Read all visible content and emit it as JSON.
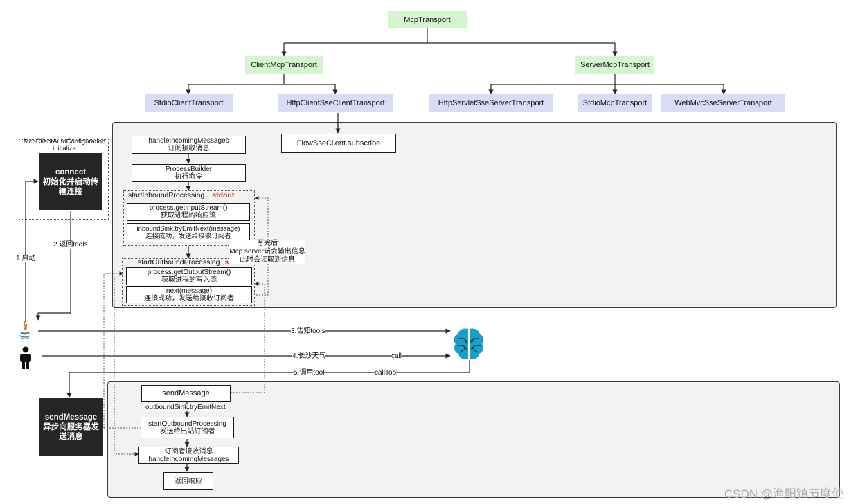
{
  "tree": {
    "root": "McpTransport",
    "client": "ClientMcpTransport",
    "server": "ServerMcpTransport",
    "stdio_client": "StdioClientTransport",
    "http_client": "HttpClientSseClientTransport",
    "http_servlet": "HttpServletSseServerTransport",
    "stdio_server": "StdioMcpTransport",
    "webmvc": "WebMvcSseServerTransport",
    "flow_subscribe": "FlowSseClient.subscribe"
  },
  "init": {
    "group_label": "McpClientAutoConfiguration\ninitialize",
    "connect": "connect\n初始化并启动传\n输连接"
  },
  "connect_flow": {
    "handle_incoming": "handleIncomingMessages\n订阅接收消息",
    "process_builder": "ProcessBuilder\n执行命令",
    "inbound_title": "startInboundProcessing",
    "inbound_tag": "stdout",
    "input_stream": "process.getInputStream()\n获取进程的响应流",
    "try_emit": "inboundSink.tryEmitNext(message)\n连接成功，发送给接收订阅者",
    "outbound_title": "startOutboundProcessing",
    "outbound_tag": "stdin",
    "output_stream": "process.getOutputStream()\n获取进程的写入流",
    "next_message": "next(message)\n连接成功，发送给接收订阅者",
    "note": "写完后\nMcp server端会输出信息\n此时会读取到信息"
  },
  "edges": {
    "start": "1.启动",
    "return_tools": "2.返回tools",
    "tell_tools": "3.告知tools",
    "weather": "4.长沙天气",
    "call": "call",
    "invoke_tool": "5.调用tool",
    "call_tool": "callTool"
  },
  "send_flow": {
    "send_message_dark": "sendMessage\n异步向服务器发\n送消息",
    "send_message": "sendMessage",
    "outbound_emit": "outboundSink.tryEmitNext",
    "start_outbound": "startOutboundProcessing\n发送给出站订阅者",
    "subscriber_receive": "订阅者接收消息\nhandleIncomingMessages",
    "return_response": "返回响应"
  },
  "watermark": "CSDN @渔阳镇节度使",
  "colors": {
    "green": "#d5f5d0",
    "lavender": "#dadcf7",
    "dark": "#262626",
    "red_tag": "#e53935",
    "brain": "#1aa0c8"
  },
  "icons": [
    "java-icon",
    "person-icon",
    "brain-icon"
  ]
}
